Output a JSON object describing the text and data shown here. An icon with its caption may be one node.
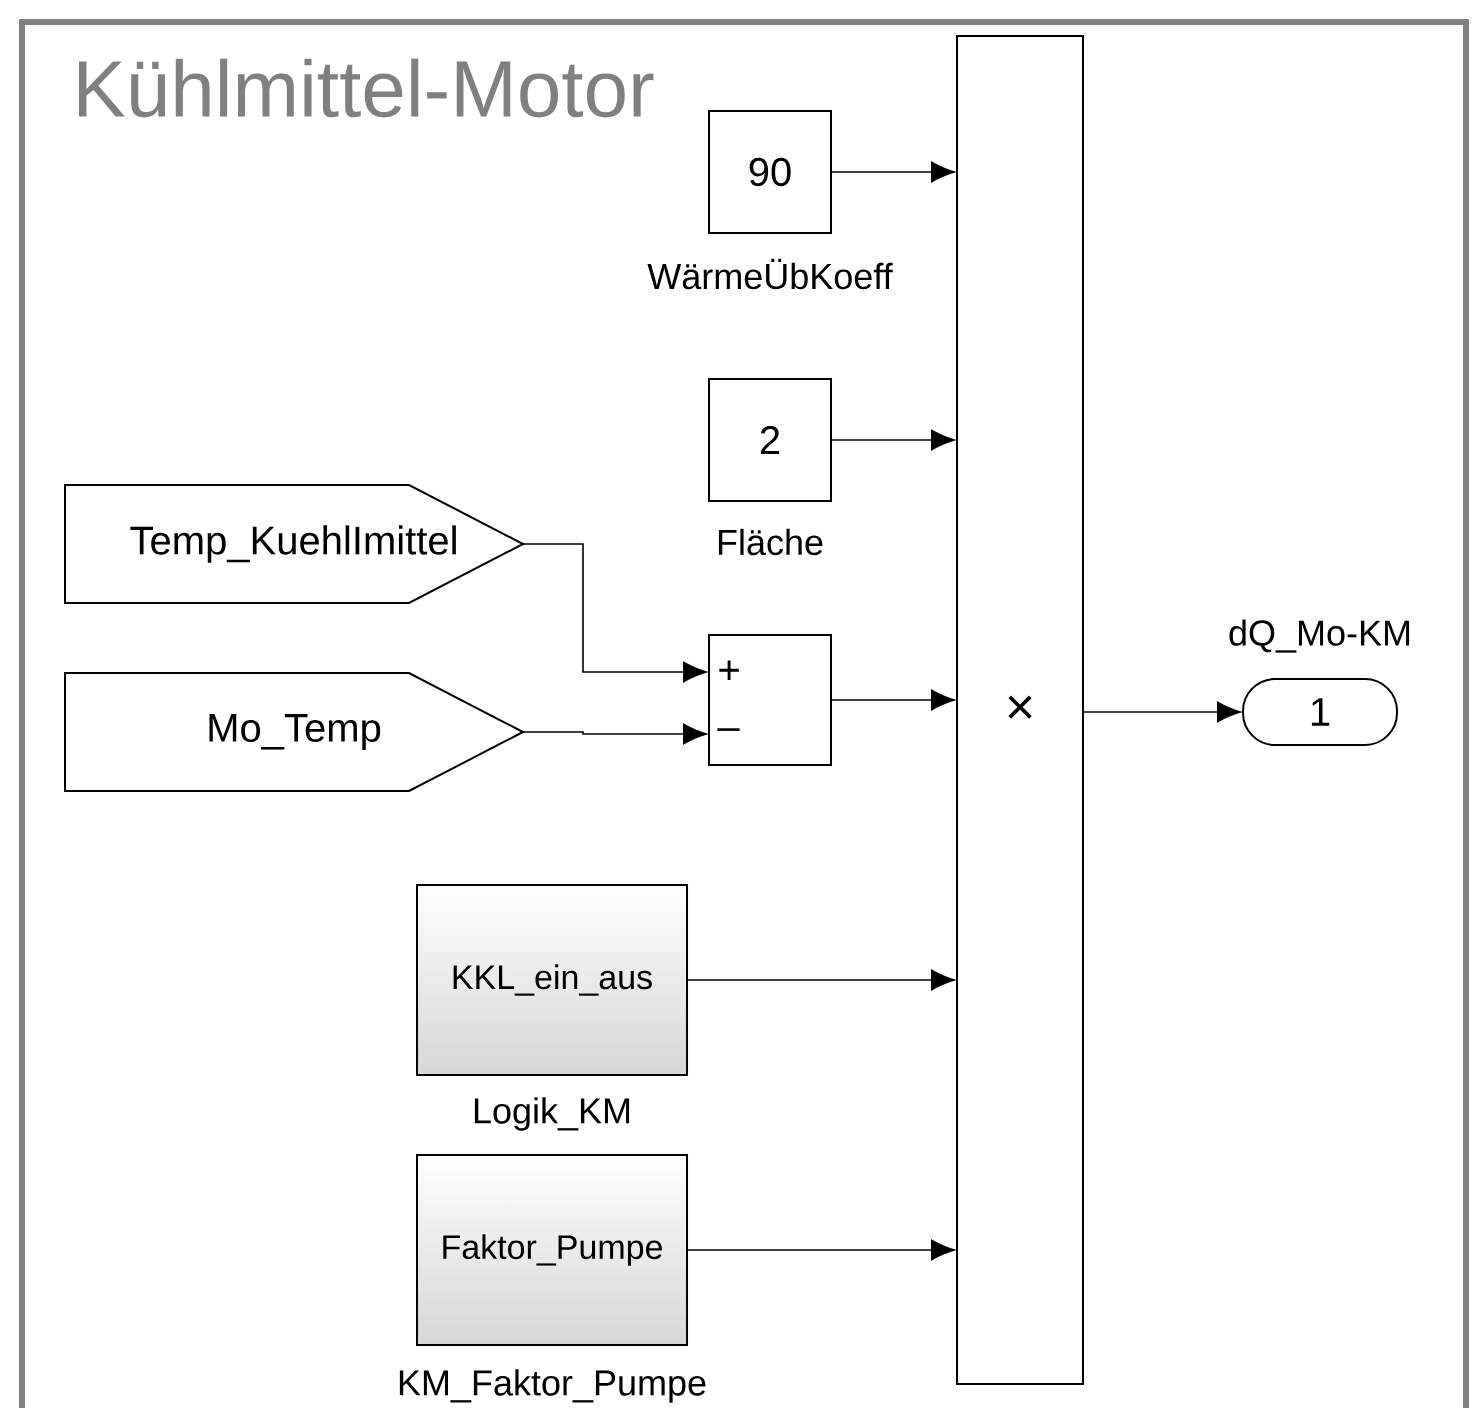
{
  "diagram": {
    "title": "Kühlmittel-Motor",
    "nodes": [
      {
        "text": [
          "90"
        ],
        "beside": [
          "WärmeÜbKoeff"
        ]
      },
      {
        "text": [
          "2"
        ],
        "beside": [
          "Fläche"
        ]
      },
      {
        "text": [
          "Temp_KuehlImittel"
        ]
      },
      {
        "text": [
          "Mo_Temp"
        ]
      },
      {
        "text": [
          "+",
          "–"
        ]
      },
      {
        "text": [
          "×"
        ]
      },
      {
        "text": [
          "1"
        ],
        "beside": [
          "dQ_Mo-KM"
        ]
      },
      {
        "text": [
          "KKL_ein_aus"
        ],
        "beside": [
          "Logik_KM"
        ]
      },
      {
        "text": [
          "Faktor_Pumpe"
        ],
        "beside": [
          "KM_Faktor_Pumpe"
        ]
      }
    ],
    "edges": [
      {
        "from": 0,
        "to": 5,
        "arrow": "to"
      },
      {
        "from": 1,
        "to": 5,
        "arrow": "to"
      },
      {
        "from": 2,
        "to": 4,
        "arrow": "to"
      },
      {
        "from": 3,
        "to": 4,
        "arrow": "to"
      },
      {
        "from": 4,
        "to": 5,
        "arrow": "to"
      },
      {
        "from": 7,
        "to": 5,
        "arrow": "to"
      },
      {
        "from": 8,
        "to": 5,
        "arrow": "to"
      },
      {
        "from": 5,
        "to": 6,
        "arrow": "to"
      }
    ]
  }
}
